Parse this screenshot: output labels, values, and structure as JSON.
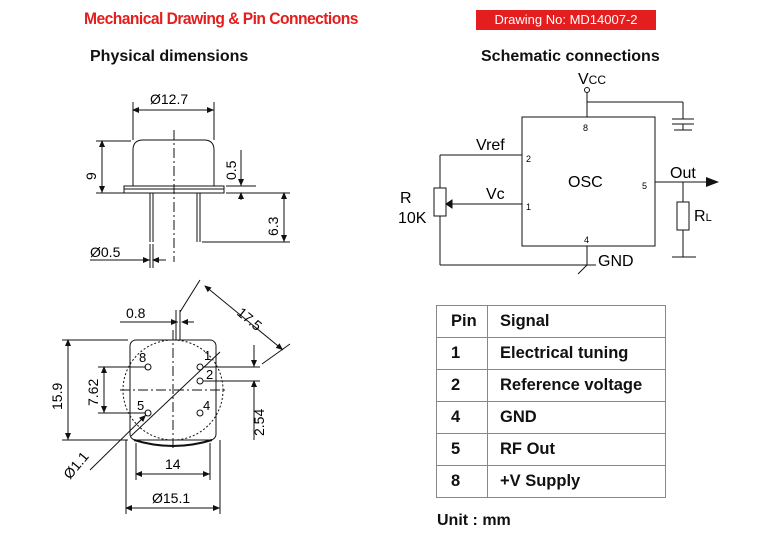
{
  "header": {
    "title": "Mechanical Drawing & Pin Connections",
    "drawing_no": "Drawing No: MD14007-2"
  },
  "left": {
    "heading": "Physical dimensions",
    "side_view": {
      "diameter_top": "Ø12.7",
      "height": "9",
      "flange": "0.5",
      "lead_length": "6.3",
      "pin_diameter": "Ø0.5"
    },
    "bottom_view": {
      "pin_offset": "0.8",
      "diagonal": "17.5",
      "height_outer": "15.9",
      "pin_row_spacing": "7.62",
      "pin_pitch": "2.54",
      "pin_hole": "Ø1.1",
      "width_inner": "14",
      "width_outer": "Ø15.1",
      "pins": [
        "8",
        "1",
        "2",
        "5",
        "4"
      ]
    }
  },
  "right": {
    "heading": "Schematic connections",
    "schematic": {
      "vcc": "V",
      "vcc_sub": "CC",
      "vref": "Vref",
      "vc": "Vc",
      "r": "R",
      "r_value": "10K",
      "osc": "OSC",
      "out": "Out",
      "rl": "R",
      "rl_sub": "L",
      "gnd": "GND",
      "pin8": "8",
      "pin2": "2",
      "pin1": "1",
      "pin5": "5",
      "pin4": "4"
    },
    "pin_table": {
      "headers": [
        "Pin",
        "Signal"
      ],
      "rows": [
        {
          "pin": "1",
          "signal": "Electrical tuning"
        },
        {
          "pin": "2",
          "signal": "Reference voltage"
        },
        {
          "pin": "4",
          "signal": "GND"
        },
        {
          "pin": "5",
          "signal": "RF Out"
        },
        {
          "pin": "8",
          "signal": "+V Supply"
        }
      ]
    },
    "unit": "Unit : mm"
  }
}
